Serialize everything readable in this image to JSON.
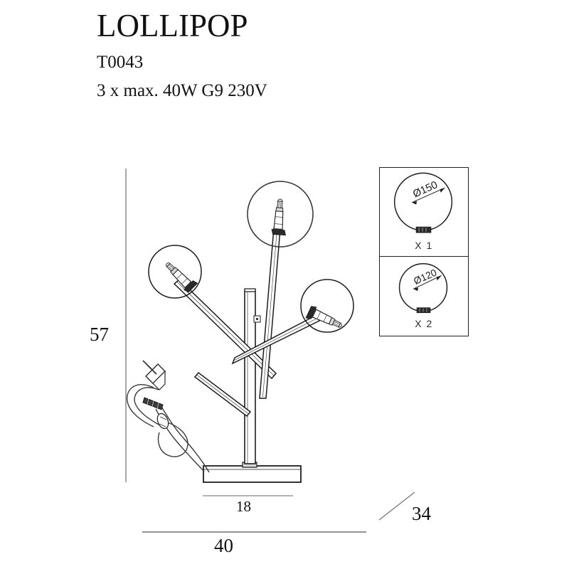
{
  "header": {
    "title": "LOLLIPOP",
    "code": "T0043",
    "spec": "3 x max. 40W G9  230V"
  },
  "dimensions": {
    "height_label": "57",
    "base_width_label": "18",
    "total_width_label": "40",
    "depth_label": "34"
  },
  "variants": {
    "x1": {
      "diameter_label": "Ø150",
      "count_label": "X 1"
    },
    "x2": {
      "diameter_label": "Ø120",
      "count_label": "X 2"
    }
  },
  "drawing": {
    "product_name": "lollipop-table-lamp",
    "globe_count": 3,
    "has_inline_switch": true,
    "has_plug": true
  },
  "colors": {
    "line": "#1d1d1d",
    "dimension_line": "#8a8a8a",
    "text": "#111111",
    "background": "#ffffff"
  }
}
